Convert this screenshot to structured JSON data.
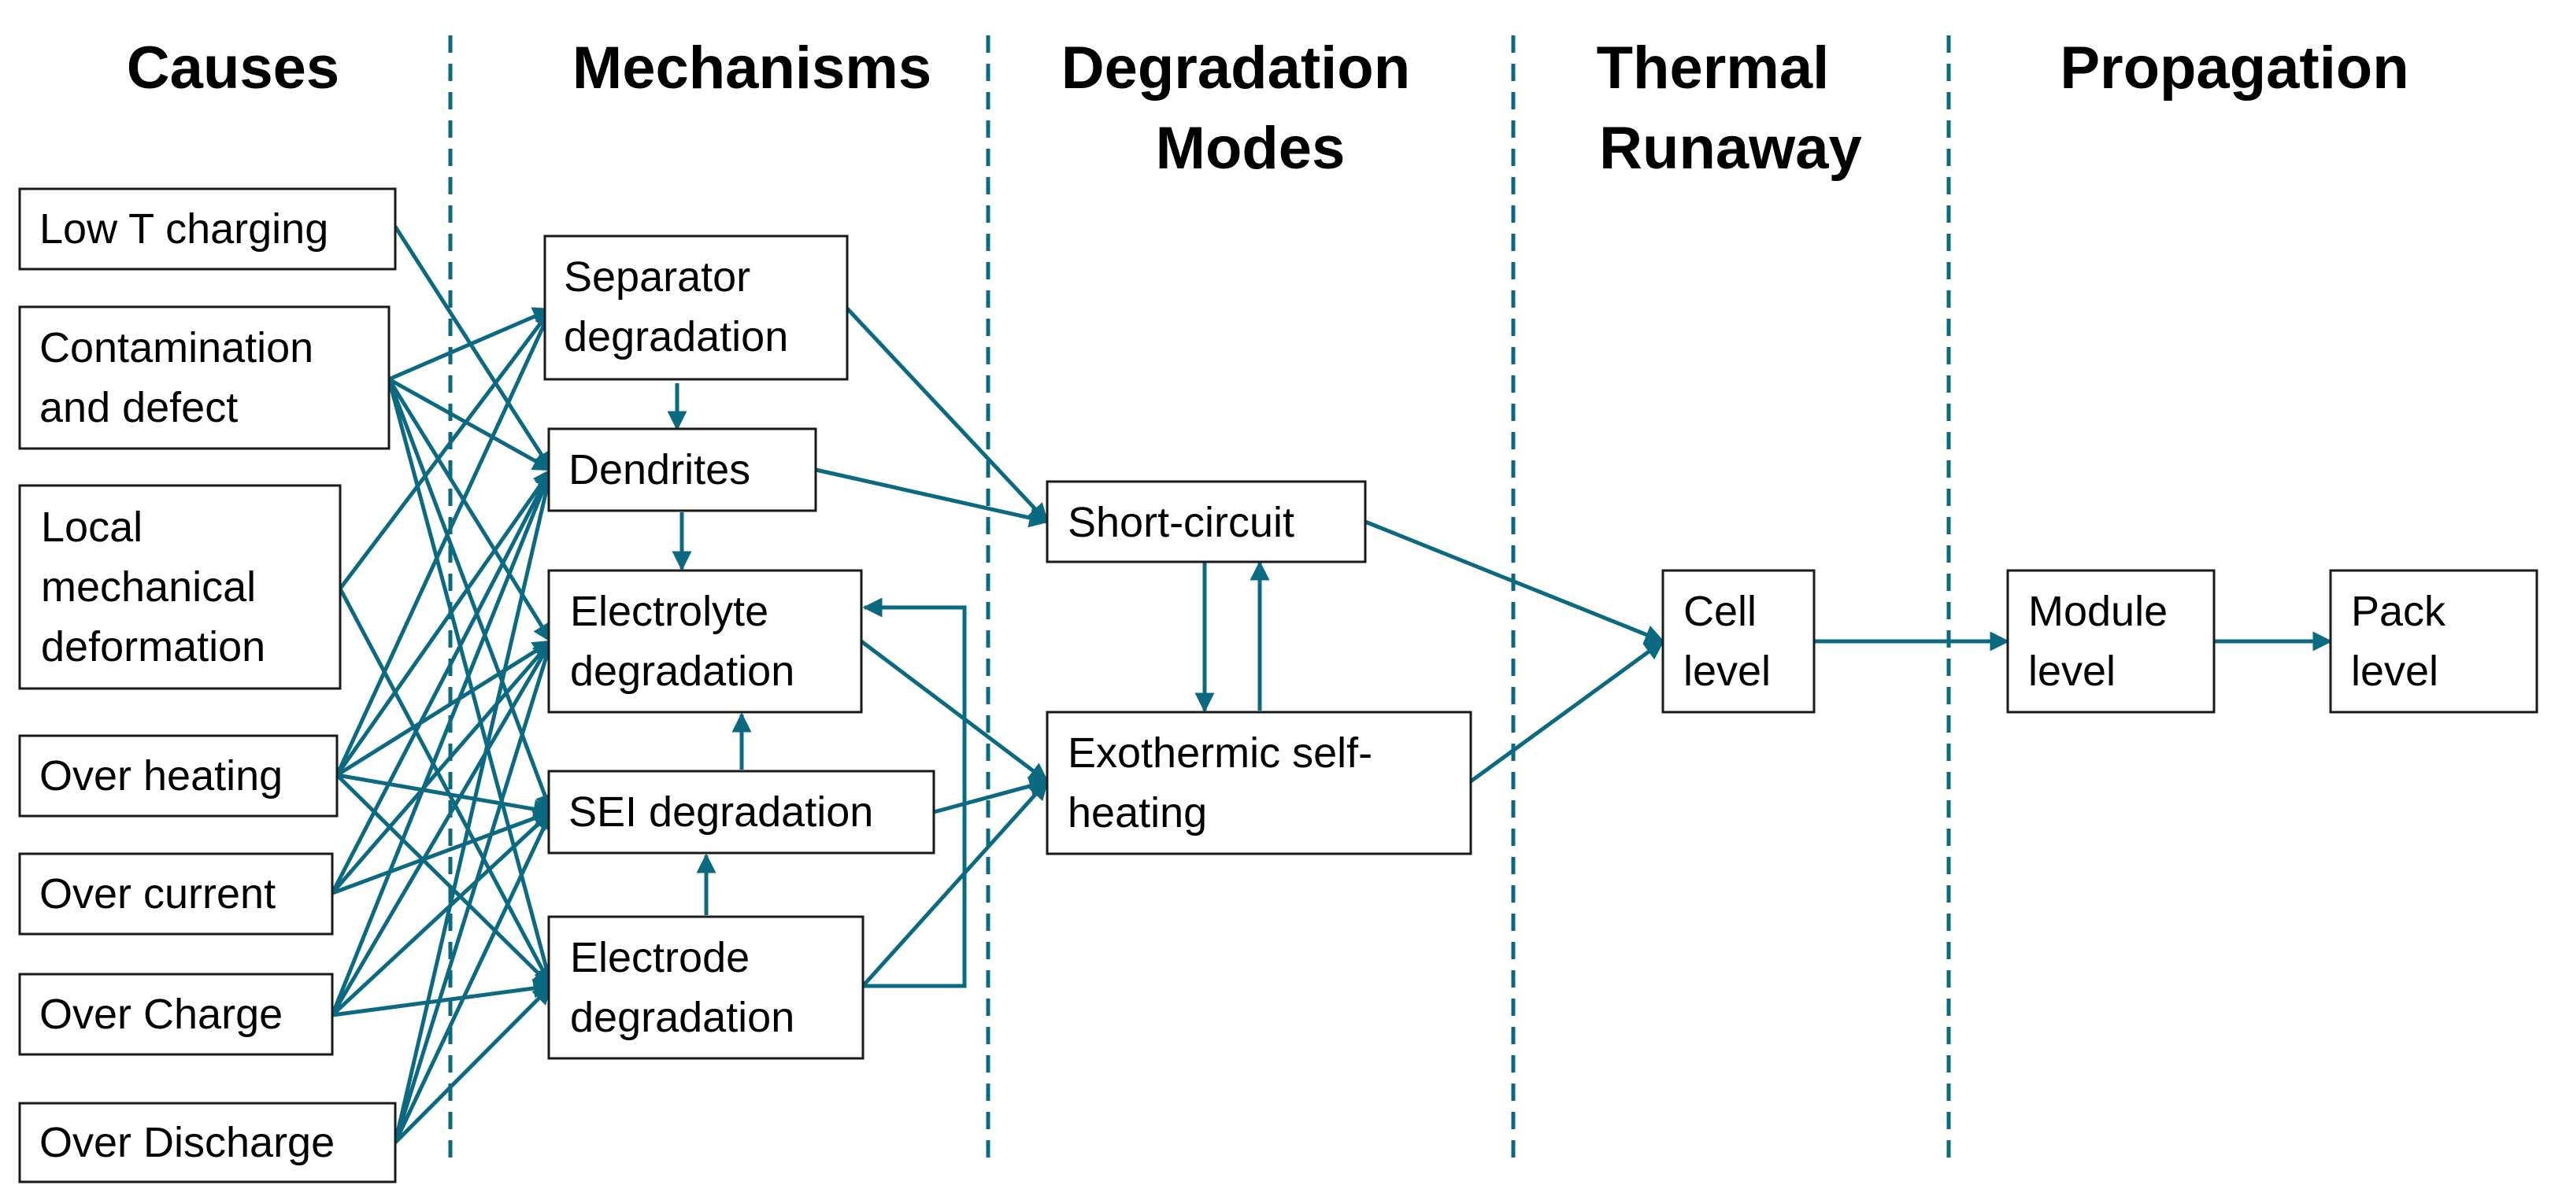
{
  "colors": {
    "accent": "#0b6a82",
    "box_stroke": "#1a1a1a",
    "text": "#000000"
  },
  "columns": [
    {
      "id": "col-causes",
      "lines": [
        "Causes"
      ]
    },
    {
      "id": "col-mechanisms",
      "lines": [
        "Mechanisms"
      ]
    },
    {
      "id": "col-degradation",
      "lines": [
        "Degradation",
        "Modes"
      ]
    },
    {
      "id": "col-thermal",
      "lines": [
        "Thermal",
        "Runaway"
      ]
    },
    {
      "id": "col-propagation",
      "lines": [
        "Propagation"
      ]
    }
  ],
  "nodes": [
    {
      "id": "low-t-charging",
      "lines": [
        "Low T charging"
      ]
    },
    {
      "id": "contamination",
      "lines": [
        "Contamination",
        "and defect"
      ]
    },
    {
      "id": "local-mechanical",
      "lines": [
        "Local",
        "mechanical",
        "deformation"
      ]
    },
    {
      "id": "over-heating",
      "lines": [
        "Over heating"
      ]
    },
    {
      "id": "over-current",
      "lines": [
        "Over current"
      ]
    },
    {
      "id": "over-charge",
      "lines": [
        "Over Charge"
      ]
    },
    {
      "id": "over-discharge",
      "lines": [
        "Over Discharge"
      ]
    },
    {
      "id": "separator",
      "lines": [
        "Separator",
        "degradation"
      ]
    },
    {
      "id": "dendrites",
      "lines": [
        "Dendrites"
      ]
    },
    {
      "id": "electrolyte",
      "lines": [
        "Electrolyte",
        "degradation"
      ]
    },
    {
      "id": "sei",
      "lines": [
        "SEI degradation"
      ]
    },
    {
      "id": "electrode",
      "lines": [
        "Electrode",
        "degradation"
      ]
    },
    {
      "id": "short-circuit",
      "lines": [
        "Short-circuit"
      ]
    },
    {
      "id": "exothermic",
      "lines": [
        "Exothermic self-",
        "heating"
      ]
    },
    {
      "id": "cell-level",
      "lines": [
        "Cell",
        "level"
      ]
    },
    {
      "id": "module-level",
      "lines": [
        "Module",
        "level"
      ]
    },
    {
      "id": "pack-level",
      "lines": [
        "Pack",
        "level"
      ]
    }
  ]
}
